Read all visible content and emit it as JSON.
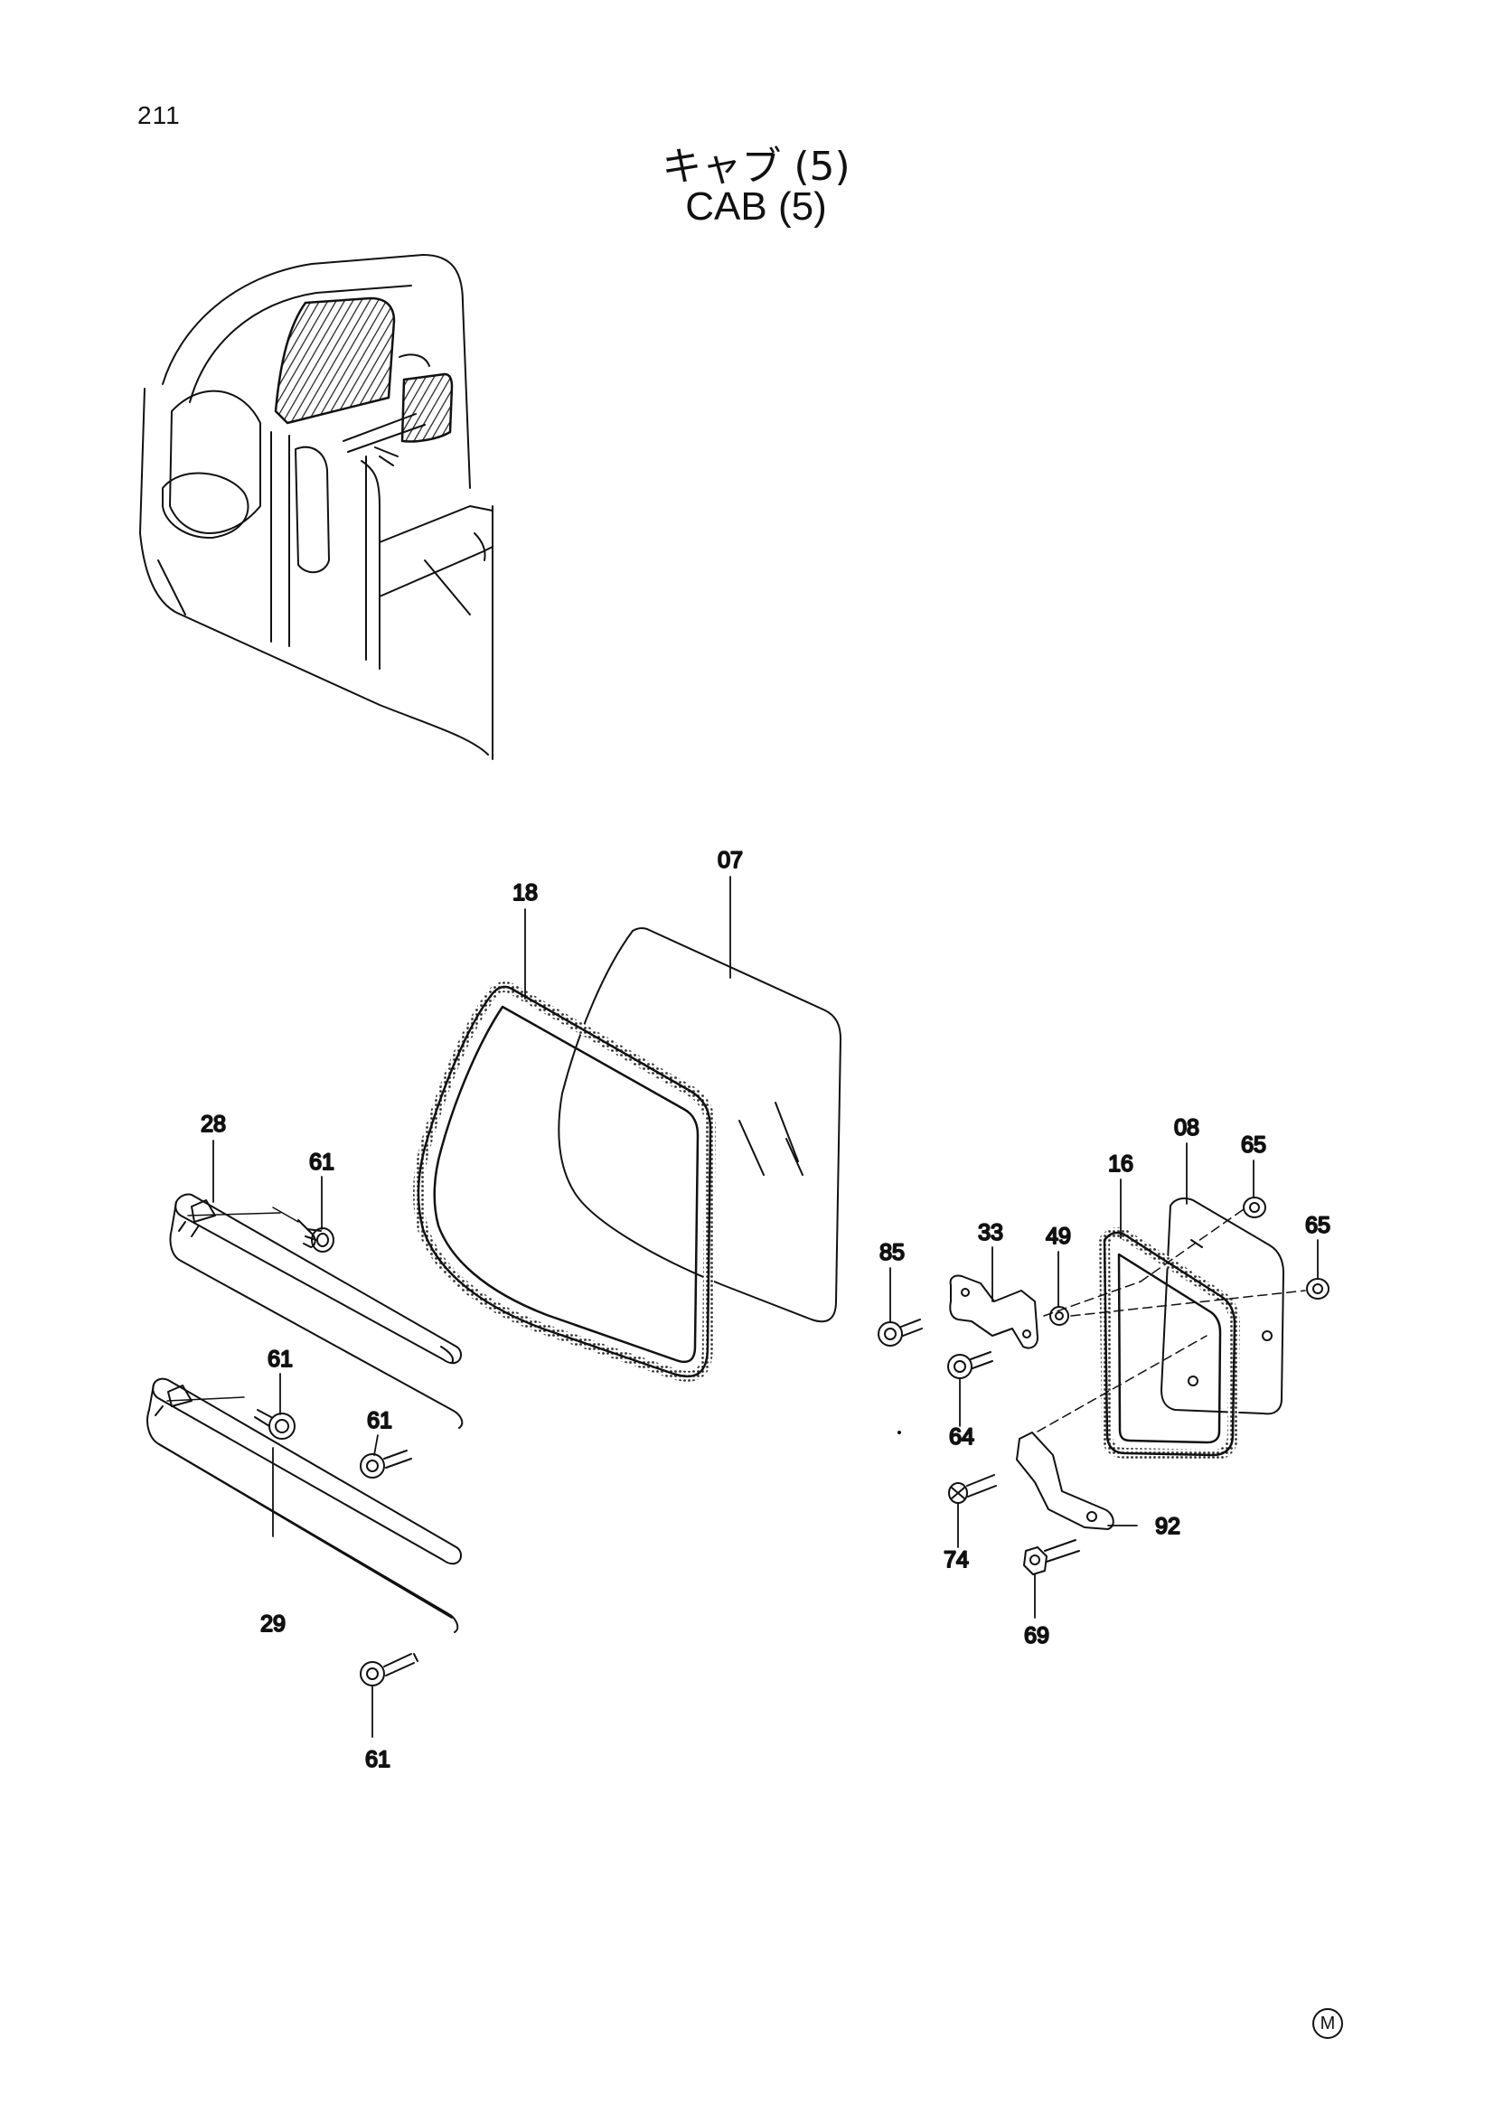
{
  "page": {
    "number": "211",
    "title_jp": "キャブ (5)",
    "title_en": "CAB (5)",
    "corner_mark": "M"
  },
  "callouts": [
    {
      "id": "c07",
      "label": "07"
    },
    {
      "id": "c18",
      "label": "18"
    },
    {
      "id": "c28",
      "label": "28"
    },
    {
      "id": "c61a",
      "label": "61"
    },
    {
      "id": "c61b",
      "label": "61"
    },
    {
      "id": "c61c",
      "label": "61"
    },
    {
      "id": "c61d",
      "label": "61"
    },
    {
      "id": "c29",
      "label": "29"
    },
    {
      "id": "c08",
      "label": "08"
    },
    {
      "id": "c16",
      "label": "16"
    },
    {
      "id": "c65a",
      "label": "65"
    },
    {
      "id": "c65b",
      "label": "65"
    },
    {
      "id": "c85",
      "label": "85"
    },
    {
      "id": "c33",
      "label": "33"
    },
    {
      "id": "c49",
      "label": "49"
    },
    {
      "id": "c64",
      "label": "64"
    },
    {
      "id": "c74",
      "label": "74"
    },
    {
      "id": "c92",
      "label": "92"
    },
    {
      "id": "c69",
      "label": "69"
    }
  ]
}
